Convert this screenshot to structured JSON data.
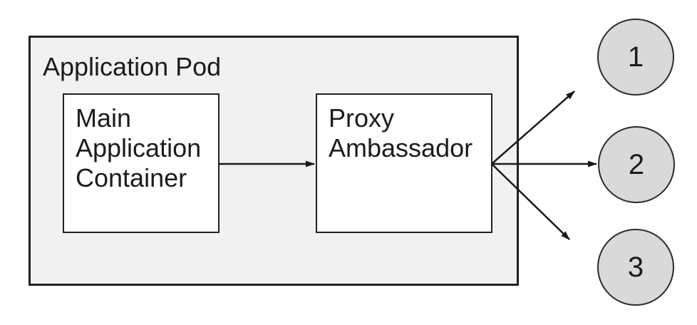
{
  "diagram": {
    "title": "Ambassador pattern pod diagram",
    "pod": {
      "label": "Application Pod"
    },
    "nodes": [
      {
        "id": "main-application-container",
        "label": "Main Application Container"
      },
      {
        "id": "proxy-ambassador",
        "label": "Proxy Ambassador"
      }
    ],
    "endpoints": [
      {
        "id": "endpoint-1",
        "label": "1"
      },
      {
        "id": "endpoint-2",
        "label": "2"
      },
      {
        "id": "endpoint-3",
        "label": "3"
      }
    ],
    "edges": [
      {
        "from": "main-application-container",
        "to": "proxy-ambassador"
      },
      {
        "from": "proxy-ambassador",
        "to": "endpoint-1"
      },
      {
        "from": "proxy-ambassador",
        "to": "endpoint-2"
      },
      {
        "from": "proxy-ambassador",
        "to": "endpoint-3"
      }
    ],
    "colors": {
      "canvas_background": "#ffffff",
      "pod_fill": "#f1f1f2",
      "node_fill": "#ffffff",
      "endpoint_fill": "#d9d9d9",
      "stroke": "#1a1a1a",
      "text": "#1c1c1c"
    }
  }
}
